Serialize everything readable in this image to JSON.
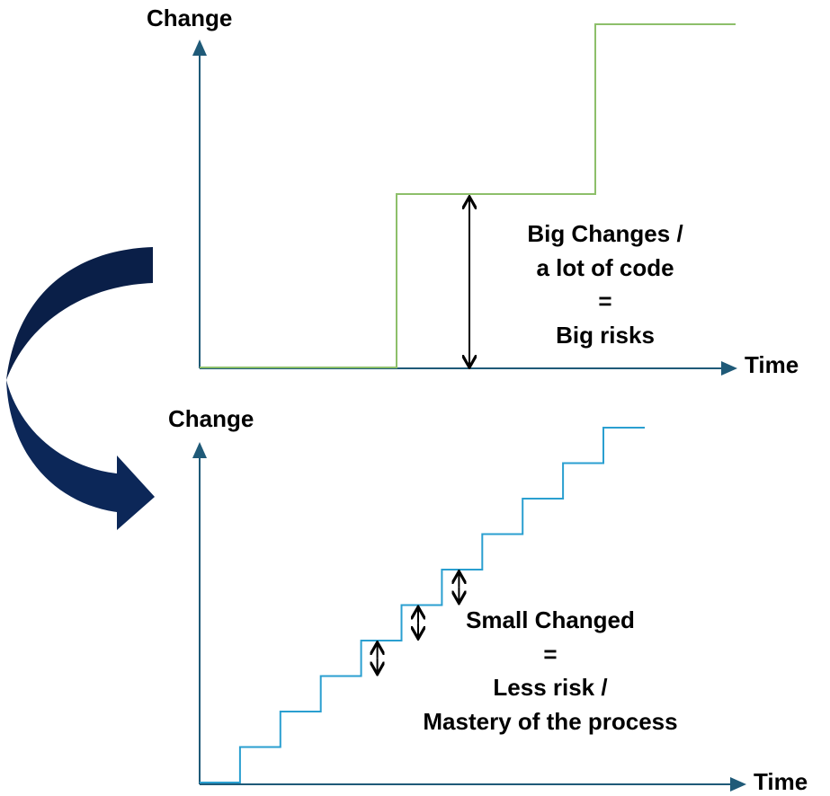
{
  "top_diagram": {
    "y_label": "Change",
    "x_label": "Time",
    "annotation": [
      "Big Changes /",
      "a lot of code",
      "=",
      "Big risks"
    ],
    "line_color": "#8dbf6a",
    "steps": 2
  },
  "bottom_diagram": {
    "y_label": "Change",
    "x_label": "Time",
    "annotation": [
      "Small Changed",
      "=",
      "Less risk /",
      "Mastery of the process"
    ],
    "line_color": "#2a9fd0",
    "steps": 10
  },
  "colors": {
    "axis": "#1f5a78",
    "curved_arrow": "#0c2553"
  }
}
